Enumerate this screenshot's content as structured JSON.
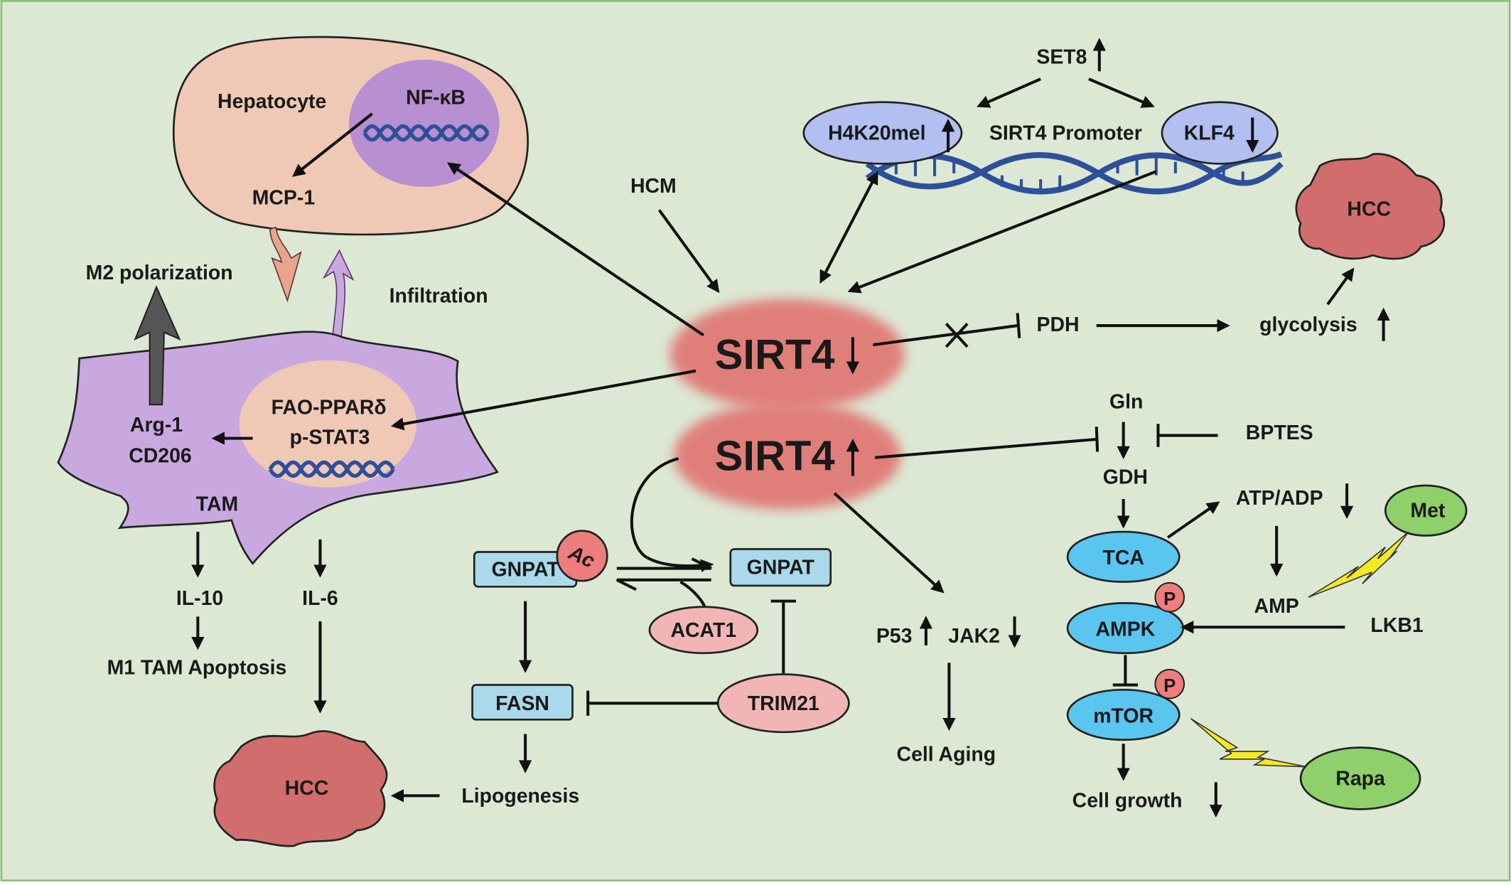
{
  "colors": {
    "background": "#dce8d4",
    "border": "#8cc07a",
    "sirt4_glow": "#e07f7a",
    "hepatocyte": "#efc9b6",
    "nucleus_purple": "#b88fd0",
    "tam_cell": "#c9a8e0",
    "tam_nucleus": "#efc9b6",
    "dna": "#2e4f9a",
    "promoter_oval": "#b3bff0",
    "hcc": "#d26d6d",
    "blue_box": "#a9d9ea",
    "pink_oval": "#f2b5b5",
    "cyan_oval": "#5ac6f0",
    "green_oval": "#8fd06a",
    "lightning": "#f5ea22",
    "p_badge": "#ee7d7d"
  },
  "labels": {
    "hepatocyte": "Hepatocyte",
    "nfkb": "NF-κB",
    "mcp1": "MCP-1",
    "hcm": "HCM",
    "set8": "SET8",
    "h4k20mel": "H4K20mel",
    "sirt4_promoter": "SIRT4 Promoter",
    "klf4": "KLF4",
    "hcc_top": "HCC",
    "m2_polarization": "M2 polarization",
    "infiltration": "Infiltration",
    "sirt4_down": "SIRT4",
    "sirt4_up": "SIRT4",
    "pdh": "PDH",
    "glycolysis": "glycolysis",
    "arg1": "Arg-1",
    "cd206": "CD206",
    "fao_ppar": "FAO-PPARδ",
    "pstat3": "p-STAT3",
    "tam": "TAM",
    "gln": "Gln",
    "bptes": "BPTES",
    "gdh": "GDH",
    "atp_adp": "ATP/ADP",
    "met": "Met",
    "tca": "TCA",
    "amp": "AMP",
    "ampk": "AMPK",
    "lkb1": "LKB1",
    "mtor": "mTOR",
    "rapa": "Rapa",
    "p": "P",
    "cell_growth": "Cell growth",
    "gnpat_ac": "GNPAT",
    "ac": "Ac",
    "gnpat": "GNPAT",
    "acat1": "ACAT1",
    "fasn": "FASN",
    "trim21": "TRIM21",
    "lipogenesis": "Lipogenesis",
    "hcc_bottom": "HCC",
    "il10": "IL-10",
    "il6": "IL-6",
    "m1_apoptosis": "M1 TAM Apoptosis",
    "p53": "P53",
    "jak2": "JAK2",
    "cell_aging": "Cell Aging"
  }
}
